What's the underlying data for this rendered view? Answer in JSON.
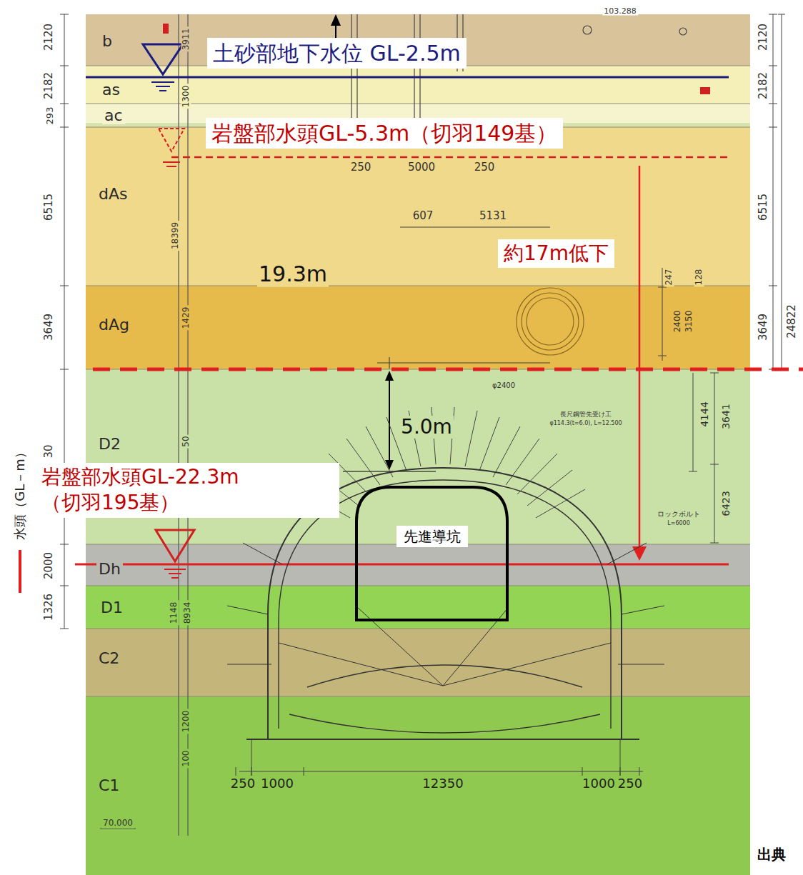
{
  "diagram": {
    "nodes": [
      {
        "text": [
          "b"
        ]
      },
      {
        "text": [
          "as"
        ]
      },
      {
        "text": [
          "ac"
        ]
      },
      {
        "text": [
          "dAs"
        ]
      },
      {
        "text": [
          "dAg"
        ]
      },
      {
        "text": [
          "D2"
        ]
      },
      {
        "text": [
          "Dh"
        ]
      },
      {
        "text": [
          "D1"
        ]
      },
      {
        "text": [
          "C2"
        ]
      },
      {
        "text": [
          "C1"
        ]
      },
      {
        "text": [
          "土砂部地下水位 GL-2.5m"
        ]
      },
      {
        "text": [
          "岩盤部水頭GL-5.3m（切羽149基）"
        ]
      },
      {
        "text": [
          "約17m低下"
        ],
        "in": 3
      },
      {
        "text": [
          "岩盤部水頭GL-22.3m （切羽195基）"
        ]
      },
      {
        "text": [
          "先進導坑"
        ]
      }
    ],
    "labels": [
      "103.288",
      "2120",
      "2182",
      "293",
      "6515",
      "3649",
      "30",
      "2000",
      "1326",
      "2120",
      "2182",
      "6515",
      "3649",
      "24822",
      "3641",
      "4144",
      "6423",
      "3911",
      "1300",
      "18399",
      "1429",
      "50",
      "1148",
      "8934",
      "1200",
      "100",
      "19.3m",
      "5.0m",
      "250",
      "5000",
      "250",
      "607",
      "5131",
      "247",
      "2400",
      "3150",
      "128",
      "φ2400",
      "長尺鋼管先受け工",
      "φ114.3(t=6.0), L=12.500",
      "ロックボルト",
      "L=6000",
      "250",
      "1000",
      "12350",
      "1000",
      "250",
      "70.000",
      "出典"
    ],
    "legend": [
      {
        "text": "水頭（GL－m）"
      }
    ]
  }
}
